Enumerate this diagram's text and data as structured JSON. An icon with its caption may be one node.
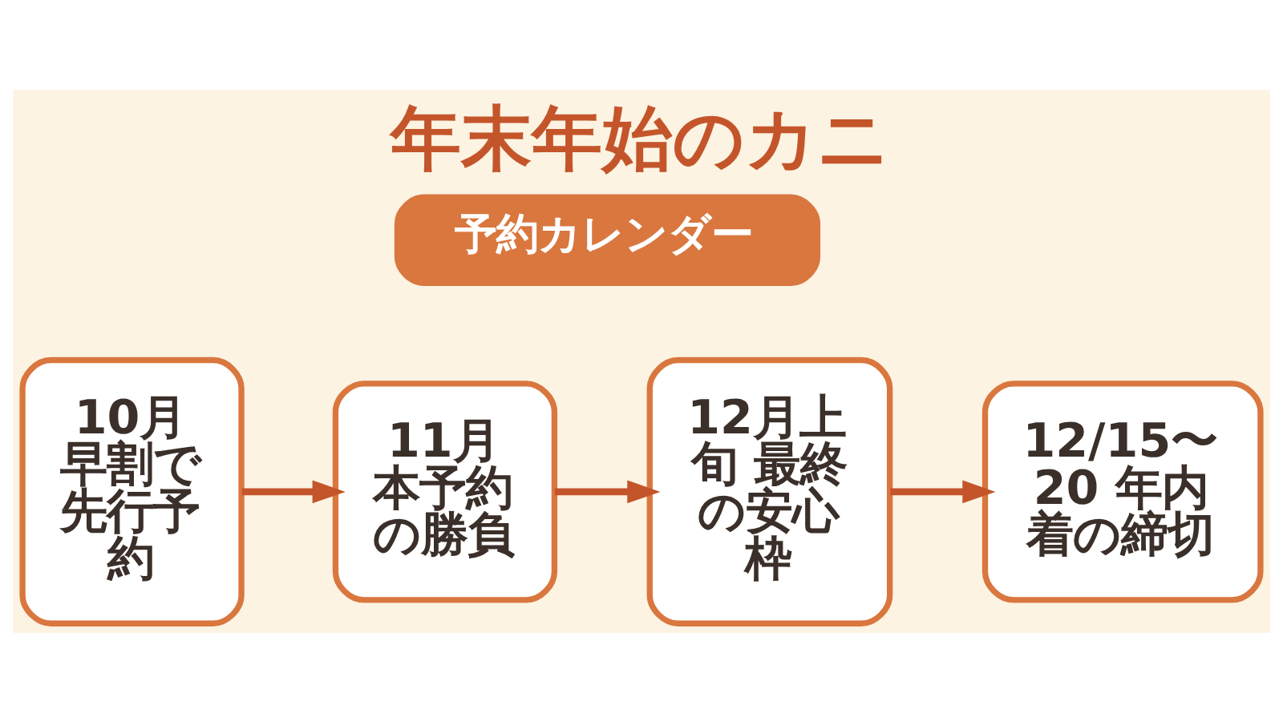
{
  "diagram": {
    "title": "年末年始のカニ",
    "nodes": [
      {
        "text": [
          "予約カレンダー"
        ]
      },
      {
        "text": [
          "10月早割で先行予約"
        ]
      },
      {
        "text": [
          "11月本予約の勝負"
        ]
      },
      {
        "text": [
          "12月上旬 最終の安心枠"
        ]
      },
      {
        "text": [
          "12/15〜20 年内着の締切"
        ]
      }
    ],
    "edges": [
      {
        "from": 1,
        "to": 2,
        "arrow": "to"
      },
      {
        "from": 2,
        "to": 3,
        "arrow": "to"
      },
      {
        "from": 3,
        "to": 4,
        "arrow": "to"
      }
    ]
  }
}
